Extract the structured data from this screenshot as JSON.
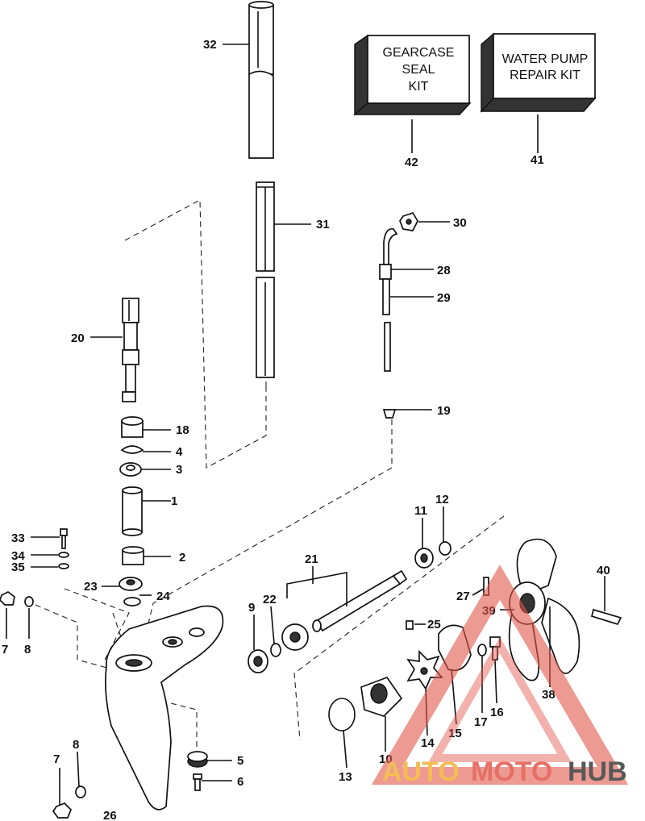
{
  "kits": {
    "gearcase": [
      "GEARCASE",
      "SEAL",
      "KIT"
    ],
    "waterpump": [
      "WATER PUMP",
      "REPAIR KIT"
    ]
  },
  "callouts": [
    "1",
    "2",
    "3",
    "4",
    "5",
    "6",
    "7",
    "8",
    "9",
    "10",
    "11",
    "12",
    "13",
    "14",
    "15",
    "16",
    "17",
    "18",
    "19",
    "20",
    "21",
    "22",
    "23",
    "24",
    "25",
    "26",
    "27",
    "28",
    "29",
    "30",
    "31",
    "32",
    "33",
    "34",
    "35",
    "38",
    "39",
    "40",
    "41",
    "42",
    "7",
    "8"
  ],
  "watermark": {
    "part1": "AUTO",
    "part2": "MOTO",
    "part3": "HUB",
    "colors": {
      "auto": "#f3b237",
      "moto": "#e2574c",
      "hub": "#3b3b3b"
    }
  }
}
